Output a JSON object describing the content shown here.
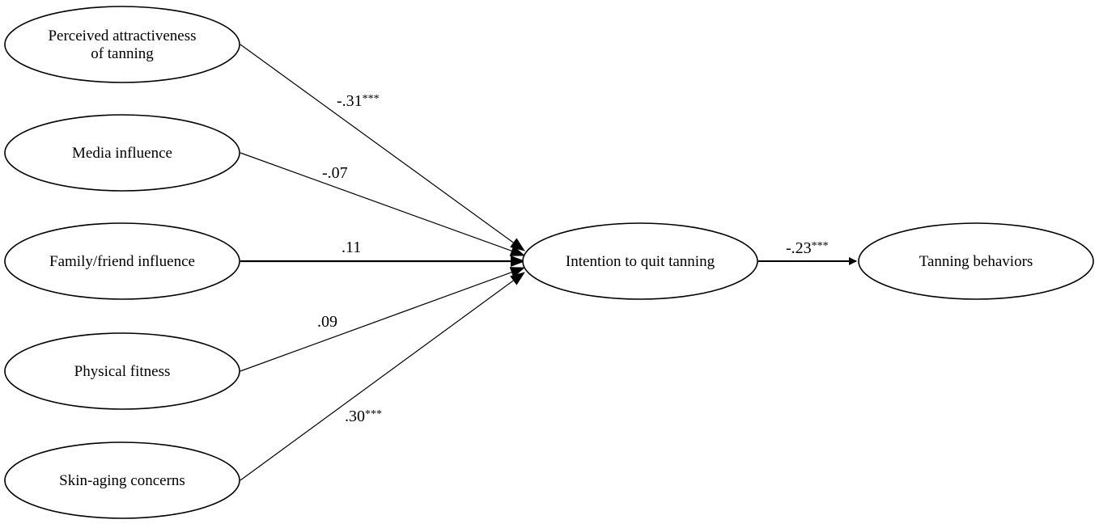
{
  "nodes": [
    {
      "id": "perceived",
      "lines": [
        "Perceived attractiveness",
        "of tanning"
      ]
    },
    {
      "id": "media",
      "lines": [
        "Media influence"
      ]
    },
    {
      "id": "family",
      "lines": [
        "Family/friend influence"
      ]
    },
    {
      "id": "fitness",
      "lines": [
        "Physical fitness"
      ]
    },
    {
      "id": "skin",
      "lines": [
        "Skin-aging concerns"
      ]
    },
    {
      "id": "intention",
      "lines": [
        "Intention to quit tanning"
      ]
    },
    {
      "id": "tanning",
      "lines": [
        "Tanning behaviors"
      ]
    }
  ],
  "edges": [
    {
      "from": "perceived",
      "to": "intention",
      "coef": "-.31",
      "sig": "***"
    },
    {
      "from": "media",
      "to": "intention",
      "coef": "-.07",
      "sig": ""
    },
    {
      "from": "family",
      "to": "intention",
      "coef": ".11",
      "sig": ""
    },
    {
      "from": "fitness",
      "to": "intention",
      "coef": ".09",
      "sig": ""
    },
    {
      "from": "skin",
      "to": "intention",
      "coef": ".30",
      "sig": "***"
    },
    {
      "from": "intention",
      "to": "tanning",
      "coef": "-.23",
      "sig": "***"
    }
  ]
}
